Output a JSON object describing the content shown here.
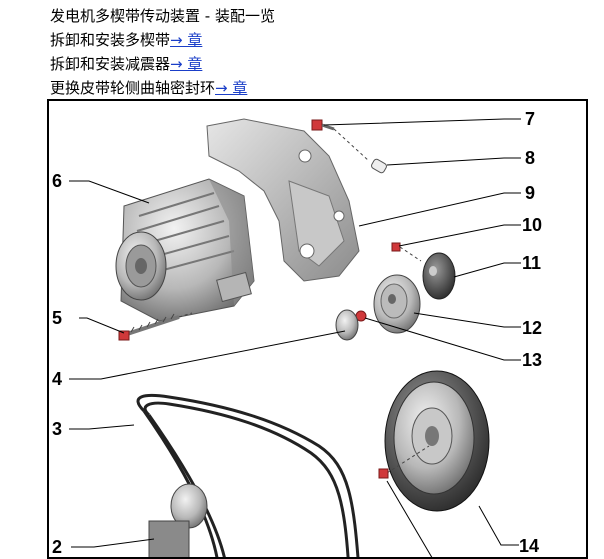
{
  "header": {
    "title": "发电机多楔带传动装置 - 装配一览",
    "links": [
      {
        "text": "拆卸和安装多楔带",
        "link": "→ 章"
      },
      {
        "text": "拆卸和安装减震器",
        "link": "→ 章"
      },
      {
        "text": "更换皮带轮侧曲轴密封环",
        "link": "→ 章"
      }
    ]
  },
  "figure": {
    "callouts": [
      "2",
      "3",
      "4",
      "5",
      "6",
      "7",
      "8",
      "9",
      "10",
      "11",
      "12",
      "13",
      "14"
    ]
  }
}
